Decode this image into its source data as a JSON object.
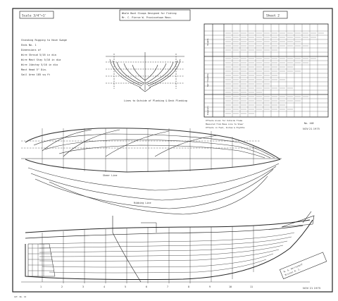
{
  "sheet": {
    "scale_box": "Scale 3/4\"=1'",
    "title_lines": [
      "Whale Boat Sloops Designed for Fishing",
      "Mr. C. Pierce  W. Provincetown Mass."
    ],
    "sheet_box": "Sheet 2",
    "left_notes": [
      "Standing Rigging to Have Swage",
      "Ends No. 1",
      "Dimensions of",
      "Wire Shroud 5/16 in dia",
      "Wire Mast Stay 5/16 in dia",
      "Wire Jibstay 5/16 in dia",
      "Mast Head 5\" Dia.",
      "Sail Area 185 sq ft"
    ],
    "body_plan_note": "Lines to Outside of Planking & Deck Planking",
    "half_breadth_label": "Sheer Line",
    "profile_label": "Ribbing Line",
    "offsets_note": [
      "Offsets Given for Outside Frame",
      "Measured from Base Line to Sheer",
      "Offsets in Feet, Inches & Eighths"
    ],
    "drawing_number": "No. 448",
    "date_stamp": "NOV 21 1975",
    "bottom_stamp": "NOV 21 1975",
    "corner_mark": "CAT. No. 16",
    "signature_lines": [
      "N. G. Herreshoff",
      "Bristol R. I."
    ],
    "station_labels": [
      "1",
      "2",
      "3",
      "4",
      "5",
      "6",
      "7",
      "8",
      "9",
      "10",
      "11"
    ]
  },
  "offsets_table": {
    "sections": [
      "Heights",
      "Half Breadths",
      "Diagonals"
    ]
  }
}
